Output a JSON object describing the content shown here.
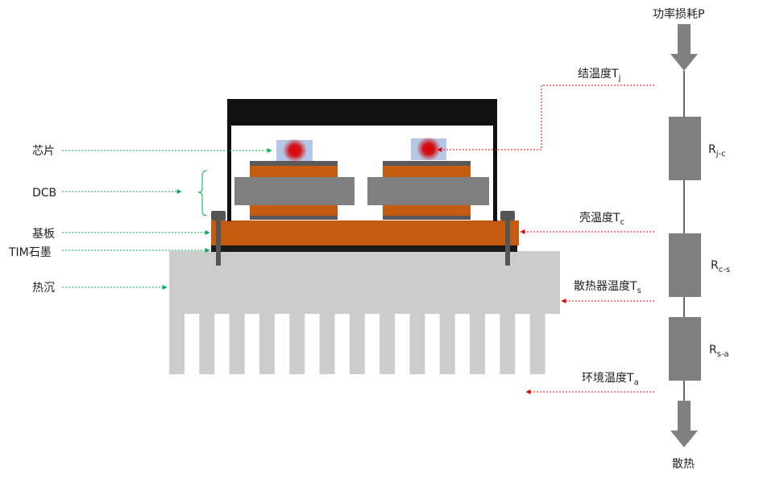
{
  "labels": {
    "chip": "芯片",
    "dcb": "DCB",
    "baseplate": "基板",
    "tim": "TIM石墨",
    "heatsink": "热沉"
  },
  "network": {
    "power_loss": "功率损耗P",
    "heat_out": "散热",
    "junction": {
      "text": "结温度T",
      "sub": "j"
    },
    "case": {
      "text": "壳温度T",
      "sub": "c"
    },
    "sink": {
      "text": "散热器温度T",
      "sub": "s"
    },
    "ambient": {
      "text": "环境温度T",
      "sub": "a"
    },
    "resistors": [
      {
        "text": "R",
        "sub": "j-c"
      },
      {
        "text": "R",
        "sub": "c-s"
      },
      {
        "text": "R",
        "sub": "s-a"
      }
    ]
  },
  "colors": {
    "copper": "#c55a11",
    "ceramic": "#808080",
    "heatsink": "#cccccc",
    "frame": "#111111",
    "green_arrow": "#00b050",
    "red_arrow": "#e00000",
    "chip_glow": "#e00000",
    "chip_base": "#b4c7e7",
    "resistor": "#7f7f7f"
  },
  "icons": {
    "heat_in_arrow": "arrow-down-icon",
    "heat_out_arrow": "arrow-down-icon"
  }
}
